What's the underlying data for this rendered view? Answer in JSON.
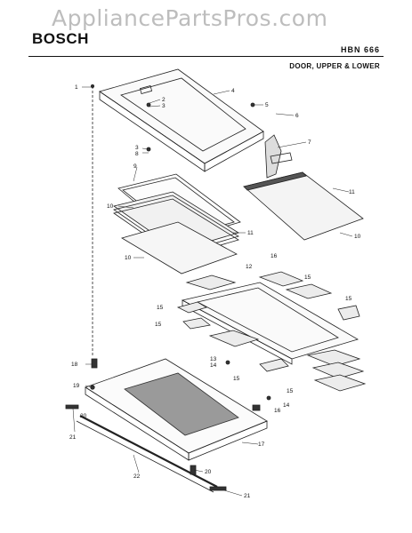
{
  "header": {
    "watermark": "AppliancePartsPros.com",
    "brand": "BOSCH",
    "model": "HBN 666",
    "section": "DOOR, UPPER & LOWER"
  },
  "callouts": [
    {
      "id": "c1",
      "label": "1"
    },
    {
      "id": "c2",
      "label": "2"
    },
    {
      "id": "c3",
      "label": "3"
    },
    {
      "id": "c3b",
      "label": "3"
    },
    {
      "id": "c4",
      "label": "4"
    },
    {
      "id": "c5",
      "label": "5"
    },
    {
      "id": "c6",
      "label": "6"
    },
    {
      "id": "c7",
      "label": "7"
    },
    {
      "id": "c8",
      "label": "8"
    },
    {
      "id": "c9",
      "label": "9"
    },
    {
      "id": "c10a",
      "label": "10"
    },
    {
      "id": "c10b",
      "label": "10"
    },
    {
      "id": "c10c",
      "label": "10"
    },
    {
      "id": "c11a",
      "label": "11"
    },
    {
      "id": "c11b",
      "label": "11"
    },
    {
      "id": "c12",
      "label": "12"
    },
    {
      "id": "c13",
      "label": "13"
    },
    {
      "id": "c14a",
      "label": "14"
    },
    {
      "id": "c14b",
      "label": "14"
    },
    {
      "id": "c15a",
      "label": "15"
    },
    {
      "id": "c15b",
      "label": "15"
    },
    {
      "id": "c15c",
      "label": "15"
    },
    {
      "id": "c15d",
      "label": "15"
    },
    {
      "id": "c15e",
      "label": "15"
    },
    {
      "id": "c15f",
      "label": "15"
    },
    {
      "id": "c16a",
      "label": "16"
    },
    {
      "id": "c16b",
      "label": "16"
    },
    {
      "id": "c17",
      "label": "17"
    },
    {
      "id": "c18",
      "label": "18"
    },
    {
      "id": "c19",
      "label": "19"
    },
    {
      "id": "c20a",
      "label": "20"
    },
    {
      "id": "c20b",
      "label": "20"
    },
    {
      "id": "c21a",
      "label": "21"
    },
    {
      "id": "c21b",
      "label": "21"
    },
    {
      "id": "c22",
      "label": "22"
    }
  ]
}
